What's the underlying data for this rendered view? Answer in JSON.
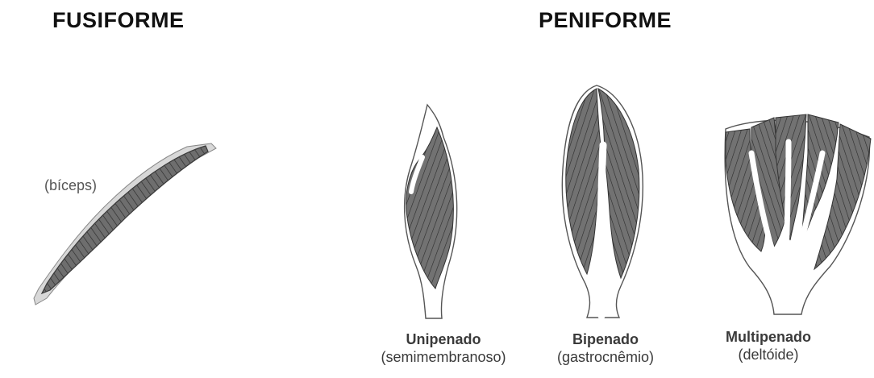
{
  "headings": {
    "fusiforme": "FUSIFORME",
    "peniforme": "PENIFORME"
  },
  "fusiform": {
    "label": "(bíceps)"
  },
  "pennate": {
    "unipenado": {
      "name": "Unipenado",
      "example": "(semimembranoso)"
    },
    "bipenado": {
      "name": "Bipenado",
      "example": "(gastrocnêmio)"
    },
    "multipenado": {
      "name": "Multipenado",
      "example": "(deltóide)"
    }
  },
  "colors": {
    "muscle": "#6e6e6e",
    "fiber": "#2a2a2a",
    "tendon": "#ffffff",
    "outline": "#555555"
  }
}
